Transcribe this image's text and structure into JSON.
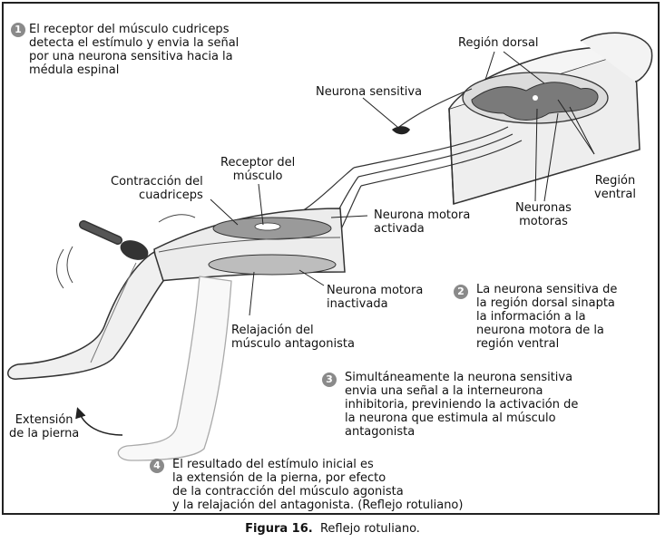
{
  "steps": [
    {
      "num": "1",
      "text": "El receptor del músculo cudriceps\ndetecta el estímulo y envia la señal\npor una neurona sensitiva hacia la\nmédula espinal"
    },
    {
      "num": "2",
      "text": "La neurona sensitiva de\nla región dorsal sinapta\nla información a la\nneurona motora de la\nregión ventral"
    },
    {
      "num": "3",
      "text": "Simultáneamente la neurona sensitiva\nenvia una señal a la interneurona\ninhibitoria, previniendo la activación de\nla neurona que estimula al músculo\nantagonista"
    },
    {
      "num": "4",
      "text": "El resultado del estímulo inicial es\nla extensión de la pierna, por efecto\nde la contracción del músculo agonista\ny la relajación del antagonista. (Reflejo rotuliano)"
    }
  ],
  "labels": {
    "region_dorsal": "Región dorsal",
    "neurona_sensitiva": "Neurona sensitiva",
    "receptor_musculo": "Receptor del\nmúsculo",
    "contraccion_cuadriceps": "Contracción del\ncuadriceps",
    "neurona_motora_activada": "Neurona motora\nactivada",
    "neuronas_motoras": "Neuronas\nmotoras",
    "region_ventral": "Región\nventral",
    "neurona_motora_inactivada": "Neurona motora\ninactivada",
    "relajacion_antagonista": "Relajación del\nmúsculo antagonista",
    "extension_pierna": "Extensión\nde la pierna"
  },
  "caption": {
    "figure": "Figura 16.",
    "title": "Reflejo rotuliano."
  }
}
